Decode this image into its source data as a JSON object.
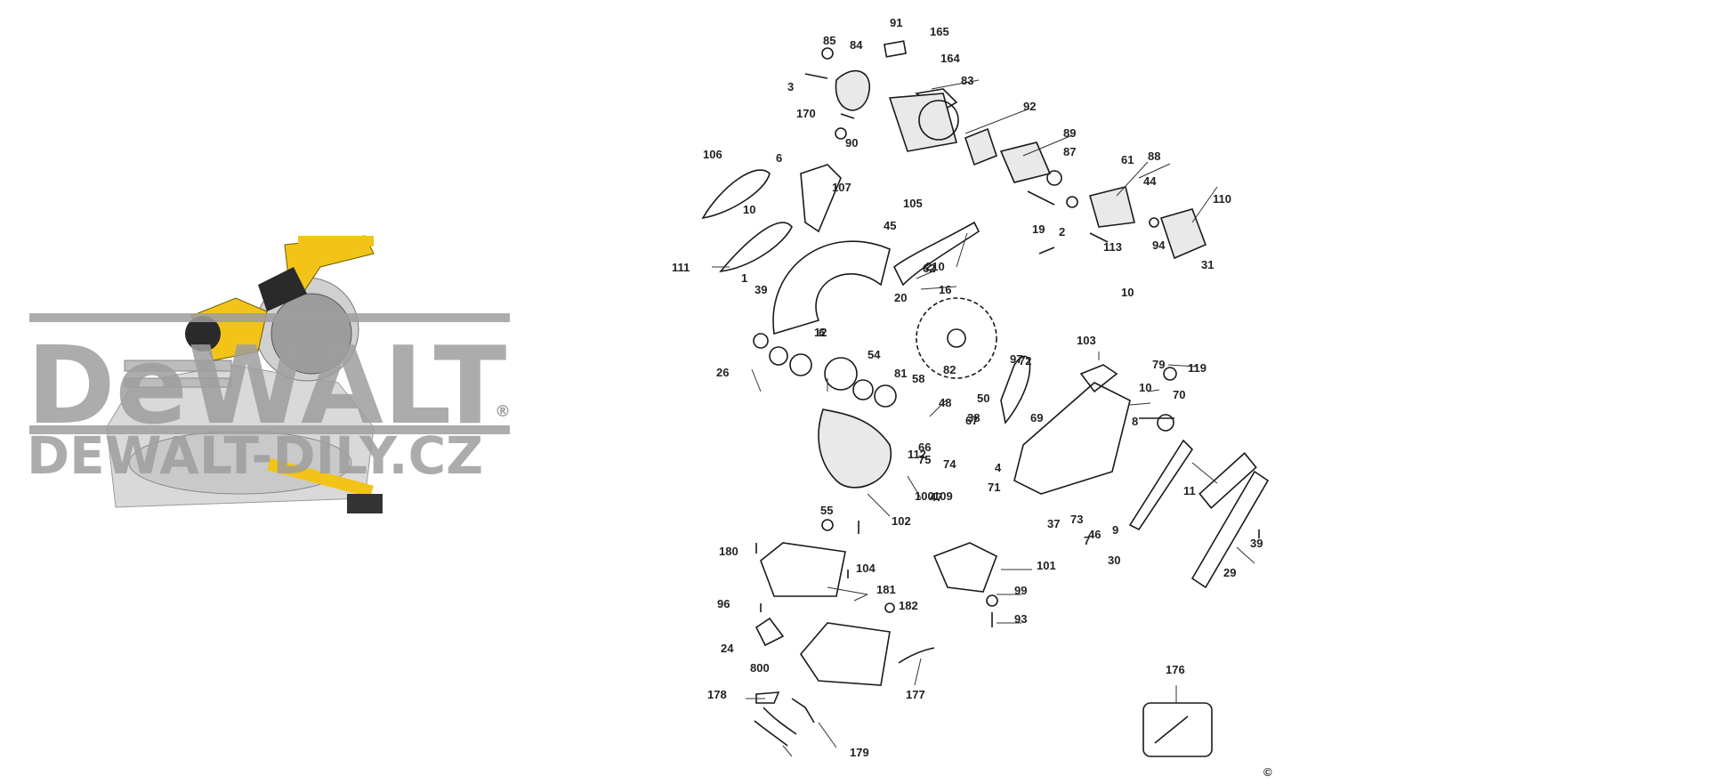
{
  "watermark": {
    "brand": "DeWALT",
    "registered": "®",
    "site": "DEWALT-DILY.CZ"
  },
  "copyright": "©",
  "colors": {
    "saw_body": "#f2c418",
    "watermark_gray": "#9e9e9e",
    "line": "#1a1a1a"
  },
  "part_numbers": [
    "85",
    "84",
    "91",
    "165",
    "164",
    "3",
    "83",
    "170",
    "92",
    "90",
    "89",
    "106",
    "6",
    "87",
    "61",
    "88",
    "107",
    "44",
    "10",
    "105",
    "110",
    "19",
    "2",
    "45",
    "111",
    "210",
    "113",
    "62",
    "94",
    "31",
    "1",
    "16",
    "39",
    "20",
    "10",
    "12",
    "6",
    "54",
    "103",
    "119",
    "97",
    "81",
    "79",
    "26",
    "58",
    "82",
    "10",
    "48",
    "50",
    "72",
    "67",
    "69",
    "70",
    "8",
    "66",
    "75",
    "74",
    "38",
    "4",
    "71",
    "112",
    "47",
    "11",
    "100",
    "109",
    "55",
    "102",
    "37",
    "73",
    "46",
    "7",
    "39",
    "30",
    "9",
    "180",
    "104",
    "101",
    "29",
    "181",
    "96",
    "99",
    "182",
    "24",
    "93",
    "800",
    "177",
    "176",
    "178",
    "179"
  ]
}
